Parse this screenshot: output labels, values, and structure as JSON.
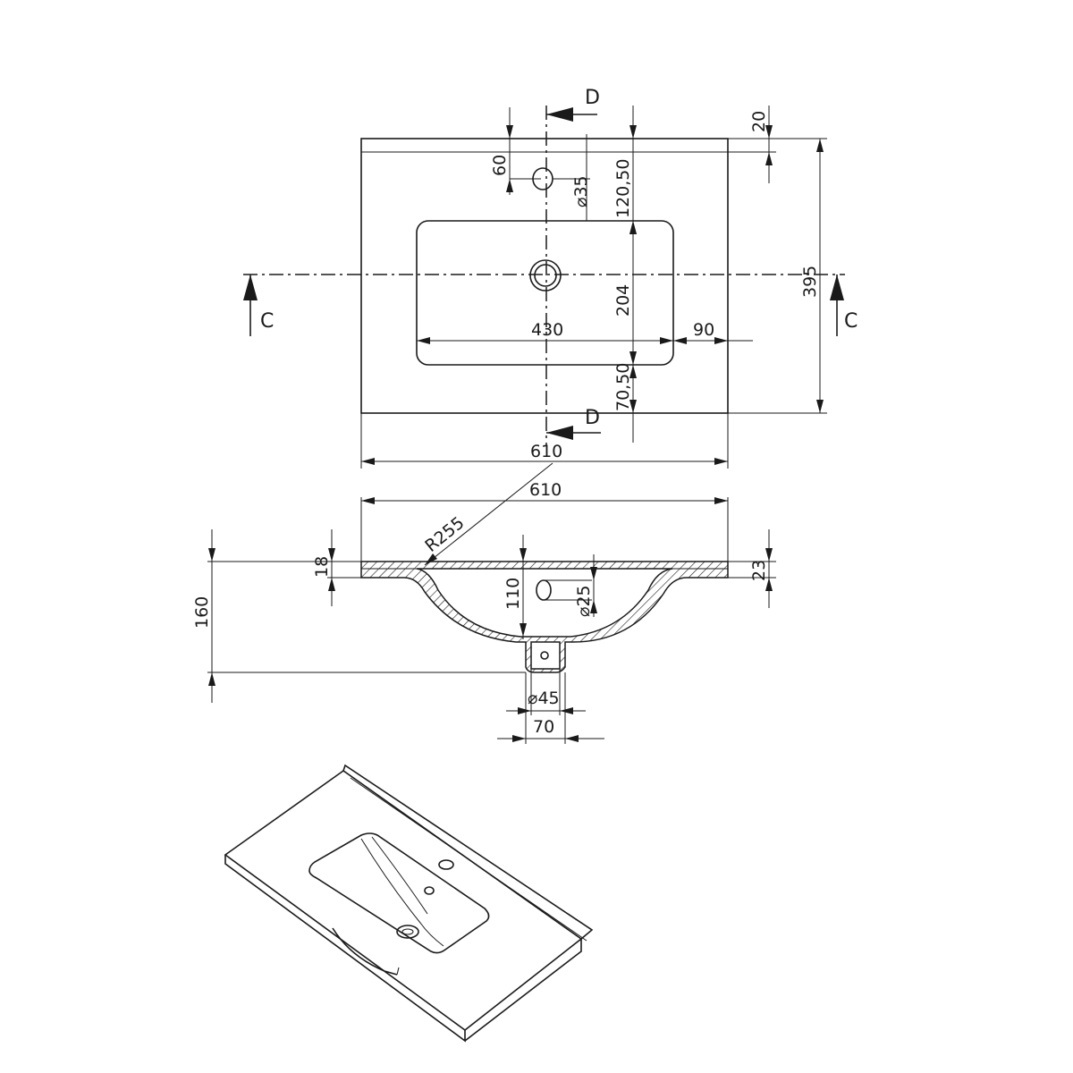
{
  "top_view": {
    "section_d": "D",
    "section_c": "C",
    "dim_20": "20",
    "dim_60": "60",
    "dim_dia35": "⌀35",
    "dim_120_50": "120,50",
    "dim_395": "395",
    "dim_204": "204",
    "dim_430": "430",
    "dim_90": "90",
    "dim_70_50": "70,50",
    "dim_610": "610"
  },
  "section_view": {
    "dim_610": "610",
    "dim_r255": "R255",
    "dim_18": "18",
    "dim_160": "160",
    "dim_110": "110",
    "dim_dia25": "⌀25",
    "dim_23": "23",
    "dim_dia45": "⌀45",
    "dim_70": "70"
  }
}
